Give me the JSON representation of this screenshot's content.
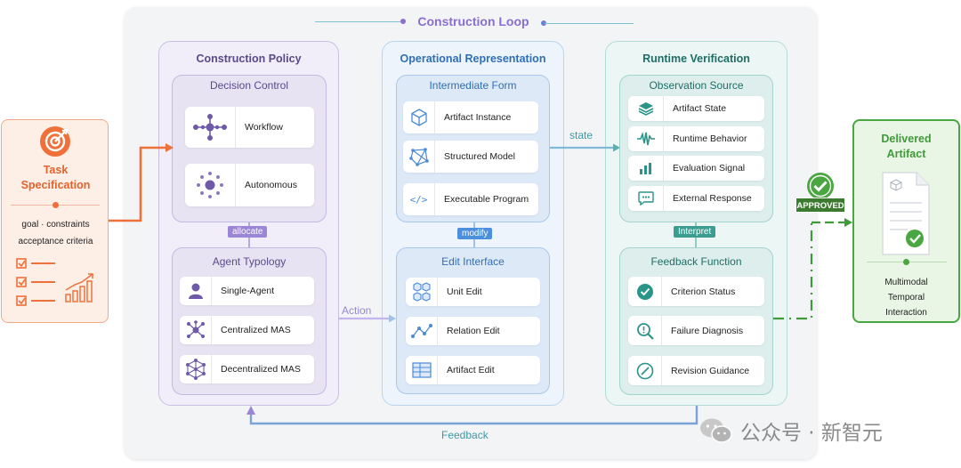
{
  "loop_title": "Construction Loop",
  "task": {
    "title_line1": "Task",
    "title_line2": "Specification",
    "line1": "goal · constraints",
    "line2": "acceptance criteria"
  },
  "policy": {
    "title": "Construction Policy",
    "decision": {
      "title": "Decision Control",
      "items": [
        "Workflow",
        "Autonomous"
      ]
    },
    "allocate": "allocate",
    "agent": {
      "title": "Agent Typology",
      "items": [
        "Single-Agent",
        "Centralized MAS",
        "Decentralized MAS"
      ]
    }
  },
  "representation": {
    "title": "Operational Representation",
    "intermediate": {
      "title": "Intermediate Form",
      "items": [
        "Artifact Instance",
        "Structured Model",
        "Executable Program"
      ]
    },
    "modify": "modify",
    "edit": {
      "title": "Edit Interface",
      "items": [
        "Unit Edit",
        "Relation Edit",
        "Artifact Edit"
      ]
    }
  },
  "verification": {
    "title": "Runtime Verification",
    "observation": {
      "title": "Observation Source",
      "items": [
        "Artifact State",
        "Runtime Behavior",
        "Evaluation Signal",
        "External Response"
      ]
    },
    "interpret": "Interpret",
    "feedback_fn": {
      "title": "Feedback Function",
      "items": [
        "Criterion Status",
        "Failure Diagnosis",
        "Revision Guidance"
      ]
    }
  },
  "connectors": {
    "action": "Action",
    "state": "state",
    "feedback": "Feedback"
  },
  "approved": "APPROVED",
  "delivered": {
    "title_line1": "Delivered",
    "title_line2": "Artifact",
    "lines": [
      "Multimodal",
      "Temporal",
      "Interaction"
    ]
  },
  "watermark": "公众号 · 新智元",
  "colors": {
    "orange": "#f0703a",
    "purple": "#8a6fd1",
    "blue": "#5b9de0",
    "teal": "#3fa79a",
    "green": "#3f9a3a"
  }
}
